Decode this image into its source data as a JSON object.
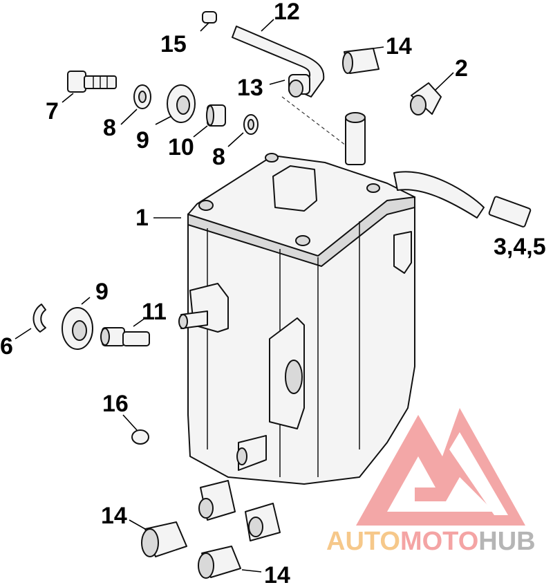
{
  "callouts": {
    "c1": "1",
    "c2": "2",
    "c345": "3,4,5",
    "c6": "6",
    "c7": "7",
    "c8a": "8",
    "c8b": "8",
    "c9a": "9",
    "c9b": "9",
    "c10": "10",
    "c11": "11",
    "c12": "12",
    "c13": "13",
    "c14a": "14",
    "c14b": "14",
    "c14c": "14",
    "c15": "15",
    "c16": "16"
  },
  "watermark": {
    "part1": "AUTO",
    "part2": "MOTO",
    "part3": "HUB",
    "color1": "#f6c88a",
    "color2": "#f4a4a4",
    "color3": "#b5b5b5"
  }
}
